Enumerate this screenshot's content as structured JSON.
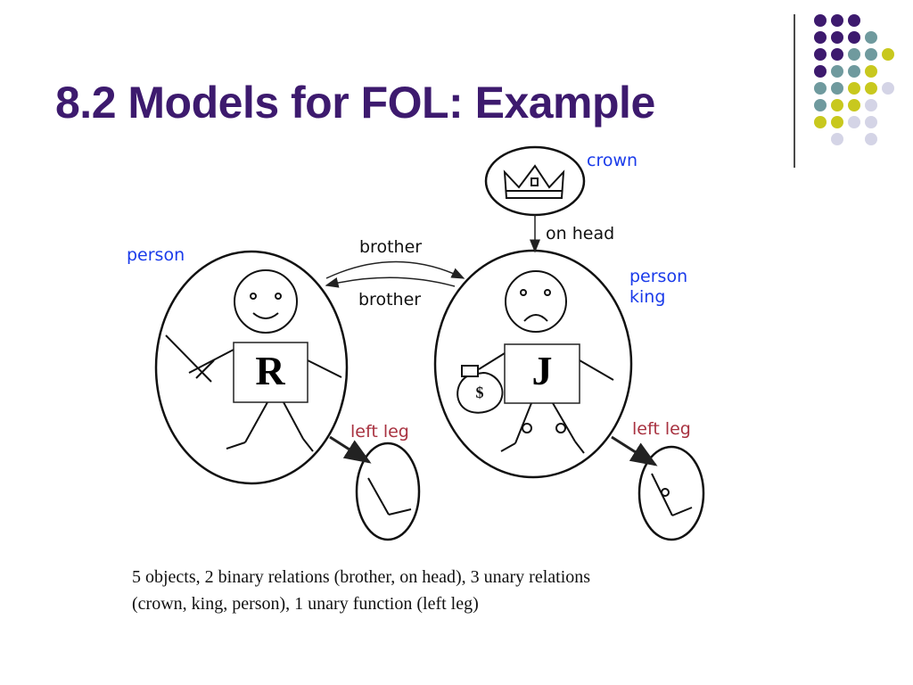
{
  "slide": {
    "title": "8.2 Models for FOL: Example"
  },
  "diagram": {
    "labels": {
      "crown": "crown",
      "on_head": "on head",
      "brother_top": "brother",
      "brother_bottom": "brother",
      "person_left": "person",
      "person_right": "person",
      "king": "king",
      "left_leg_left": "left leg",
      "left_leg_right": "left leg"
    },
    "box_letters": {
      "richard": "R",
      "john": "J"
    },
    "money_symbol": "$"
  },
  "caption": {
    "line1": "5 objects, 2 binary relations (brother, on head), 3 unary relations",
    "line2": "(crown, king, person), 1 unary function (left leg)"
  },
  "colors": {
    "title": "#3d1a6e",
    "label_blue": "#1a3bea",
    "label_red": "#a83240",
    "dot_purple": "#3d1a6e",
    "dot_teal": "#6f9a9e",
    "dot_yellow": "#c8c81e",
    "dot_lavender": "#d4d4e6"
  }
}
